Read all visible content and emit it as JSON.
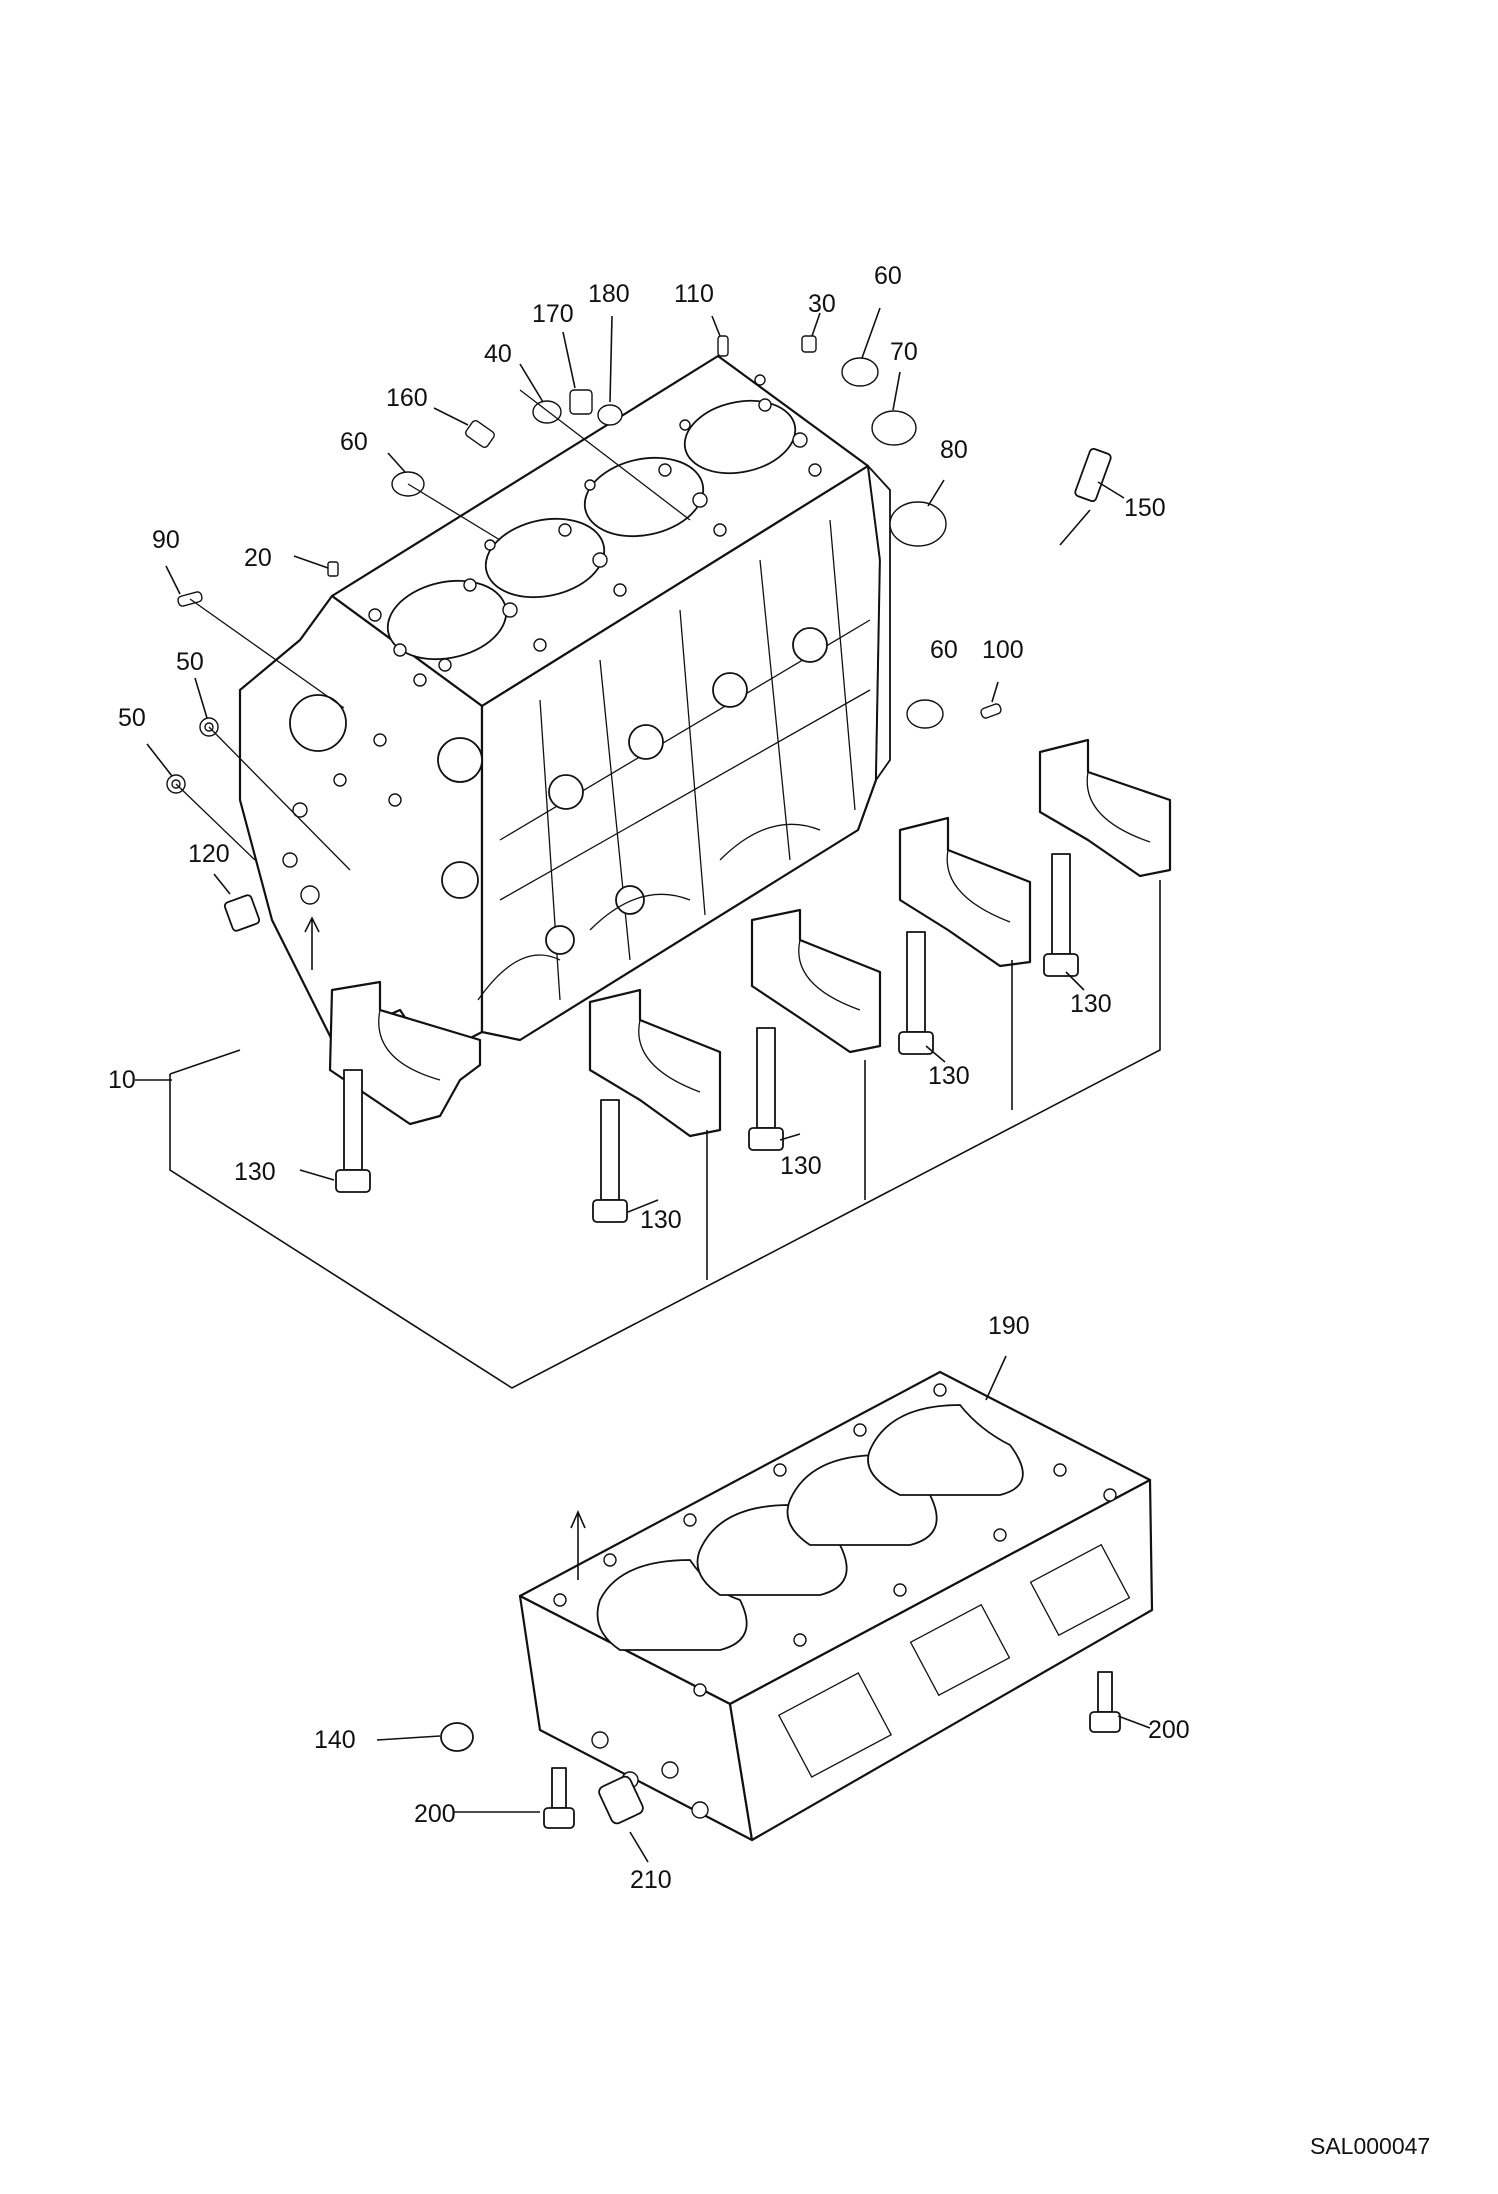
{
  "diagram": {
    "drawing_id": "SAL000047",
    "callouts": [
      {
        "key": "c10",
        "text": "10"
      },
      {
        "key": "c20",
        "text": "20"
      },
      {
        "key": "c30",
        "text": "30"
      },
      {
        "key": "c40",
        "text": "40"
      },
      {
        "key": "c50a",
        "text": "50"
      },
      {
        "key": "c50b",
        "text": "50"
      },
      {
        "key": "c60a",
        "text": "60"
      },
      {
        "key": "c60b",
        "text": "60"
      },
      {
        "key": "c60c",
        "text": "60"
      },
      {
        "key": "c70",
        "text": "70"
      },
      {
        "key": "c80",
        "text": "80"
      },
      {
        "key": "c90",
        "text": "90"
      },
      {
        "key": "c100",
        "text": "100"
      },
      {
        "key": "c110",
        "text": "110"
      },
      {
        "key": "c120",
        "text": "120"
      },
      {
        "key": "c130a",
        "text": "130"
      },
      {
        "key": "c130b",
        "text": "130"
      },
      {
        "key": "c130c",
        "text": "130"
      },
      {
        "key": "c130d",
        "text": "130"
      },
      {
        "key": "c130e",
        "text": "130"
      },
      {
        "key": "c140",
        "text": "140"
      },
      {
        "key": "c150",
        "text": "150"
      },
      {
        "key": "c160",
        "text": "160"
      },
      {
        "key": "c170",
        "text": "170"
      },
      {
        "key": "c180",
        "text": "180"
      },
      {
        "key": "c190",
        "text": "190"
      },
      {
        "key": "c200a",
        "text": "200"
      },
      {
        "key": "c200b",
        "text": "200"
      },
      {
        "key": "c210",
        "text": "210"
      }
    ]
  }
}
